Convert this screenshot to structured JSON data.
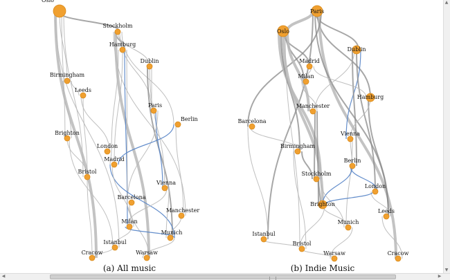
{
  "panels": [
    {
      "id": "a",
      "caption": "(a) All music",
      "nodes": [
        {
          "name": "Oslo",
          "size": "xl"
        },
        {
          "name": "Stockholm",
          "size": "s"
        },
        {
          "name": "Hamburg",
          "size": "s"
        },
        {
          "name": "Dublin",
          "size": "s"
        },
        {
          "name": "Birmingham",
          "size": "s"
        },
        {
          "name": "Leeds",
          "size": "s"
        },
        {
          "name": "Paris",
          "size": "s"
        },
        {
          "name": "Berlin",
          "size": "s"
        },
        {
          "name": "Brighton",
          "size": "s"
        },
        {
          "name": "London",
          "size": "s"
        },
        {
          "name": "Madrid",
          "size": "s"
        },
        {
          "name": "Bristol",
          "size": "s"
        },
        {
          "name": "Vienna",
          "size": "s"
        },
        {
          "name": "Barcelona",
          "size": "s"
        },
        {
          "name": "Manchester",
          "size": "s"
        },
        {
          "name": "Milan",
          "size": "s"
        },
        {
          "name": "Munich",
          "size": "s"
        },
        {
          "name": "Istanbul",
          "size": "s"
        },
        {
          "name": "Cracow",
          "size": "s"
        },
        {
          "name": "Warsaw",
          "size": "s"
        }
      ]
    },
    {
      "id": "b",
      "caption": "(b) Indie Music",
      "nodes": [
        {
          "name": "Paris",
          "size": "l"
        },
        {
          "name": "Oslo",
          "size": "l"
        },
        {
          "name": "Dublin",
          "size": "m"
        },
        {
          "name": "Madrid",
          "size": "s"
        },
        {
          "name": "Milan",
          "size": "s"
        },
        {
          "name": "Hamburg",
          "size": "m"
        },
        {
          "name": "Manchester",
          "size": "s"
        },
        {
          "name": "Barcelona",
          "size": "s"
        },
        {
          "name": "Vienna",
          "size": "s"
        },
        {
          "name": "Birmingham",
          "size": "s"
        },
        {
          "name": "Berlin",
          "size": "s"
        },
        {
          "name": "Stockholm",
          "size": "s"
        },
        {
          "name": "London",
          "size": "s"
        },
        {
          "name": "Brighton",
          "size": "m"
        },
        {
          "name": "Leeds",
          "size": "s"
        },
        {
          "name": "Munich",
          "size": "s"
        },
        {
          "name": "Istanbul",
          "size": "s"
        },
        {
          "name": "Bristol",
          "size": "s"
        },
        {
          "name": "Warsaw",
          "size": "s"
        },
        {
          "name": "Cracow",
          "size": "s"
        }
      ]
    }
  ],
  "colors": {
    "node": "#f0a030",
    "node_stroke": "#d98a1a",
    "edge": "#b8b8b8",
    "edge_dark": "#8a8a8a",
    "highlight": "#5b87c8"
  }
}
